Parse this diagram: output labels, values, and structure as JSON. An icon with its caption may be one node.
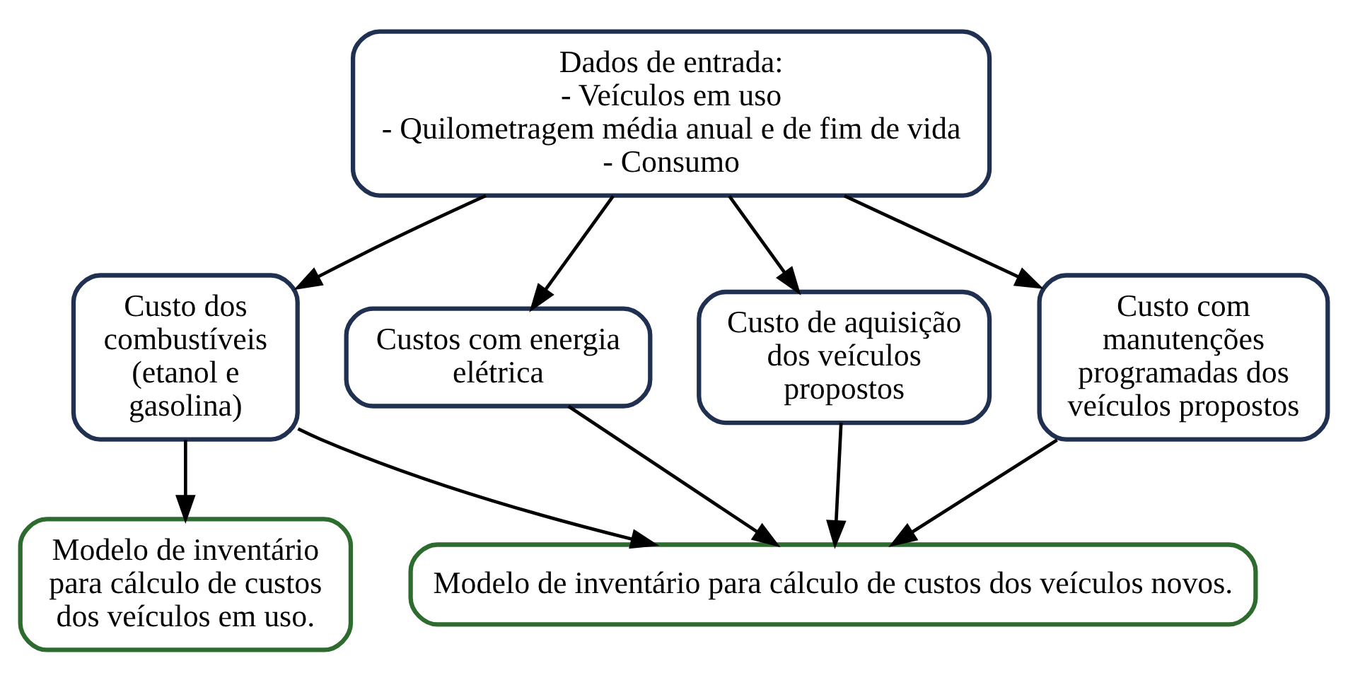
{
  "diagram": {
    "nodes": [
      {
        "text": [
          "Dados de entrada:",
          "- Veículos em uso",
          "- Quilometragem média anual e de fim de vida",
          "- Consumo"
        ]
      },
      {
        "text": [
          "Custo dos combustíveis (etanol e gasolina)"
        ]
      },
      {
        "text": [
          "Custos com energia elétrica"
        ]
      },
      {
        "text": [
          "Custo de aquisição dos veículos propostos"
        ]
      },
      {
        "text": [
          "Custo com manutenções programadas dos veículos propostos"
        ]
      },
      {
        "text": [
          "Modelo de inventário para cálculo de custos dos veículos em uso."
        ]
      },
      {
        "text": [
          "Modelo de inventário para cálculo de custos dos veículos novos."
        ]
      }
    ],
    "edges": [
      {
        "from": 0,
        "to": 1,
        "arrow": "to"
      },
      {
        "from": 0,
        "to": 2,
        "arrow": "to"
      },
      {
        "from": 0,
        "to": 3,
        "arrow": "to"
      },
      {
        "from": 0,
        "to": 4,
        "arrow": "to"
      },
      {
        "from": 1,
        "to": 5,
        "arrow": "to"
      },
      {
        "from": 1,
        "to": 6,
        "arrow": "to"
      },
      {
        "from": 2,
        "to": 6,
        "arrow": "to"
      },
      {
        "from": 3,
        "to": 6,
        "arrow": "to"
      },
      {
        "from": 4,
        "to": 6,
        "arrow": "to"
      }
    ]
  }
}
